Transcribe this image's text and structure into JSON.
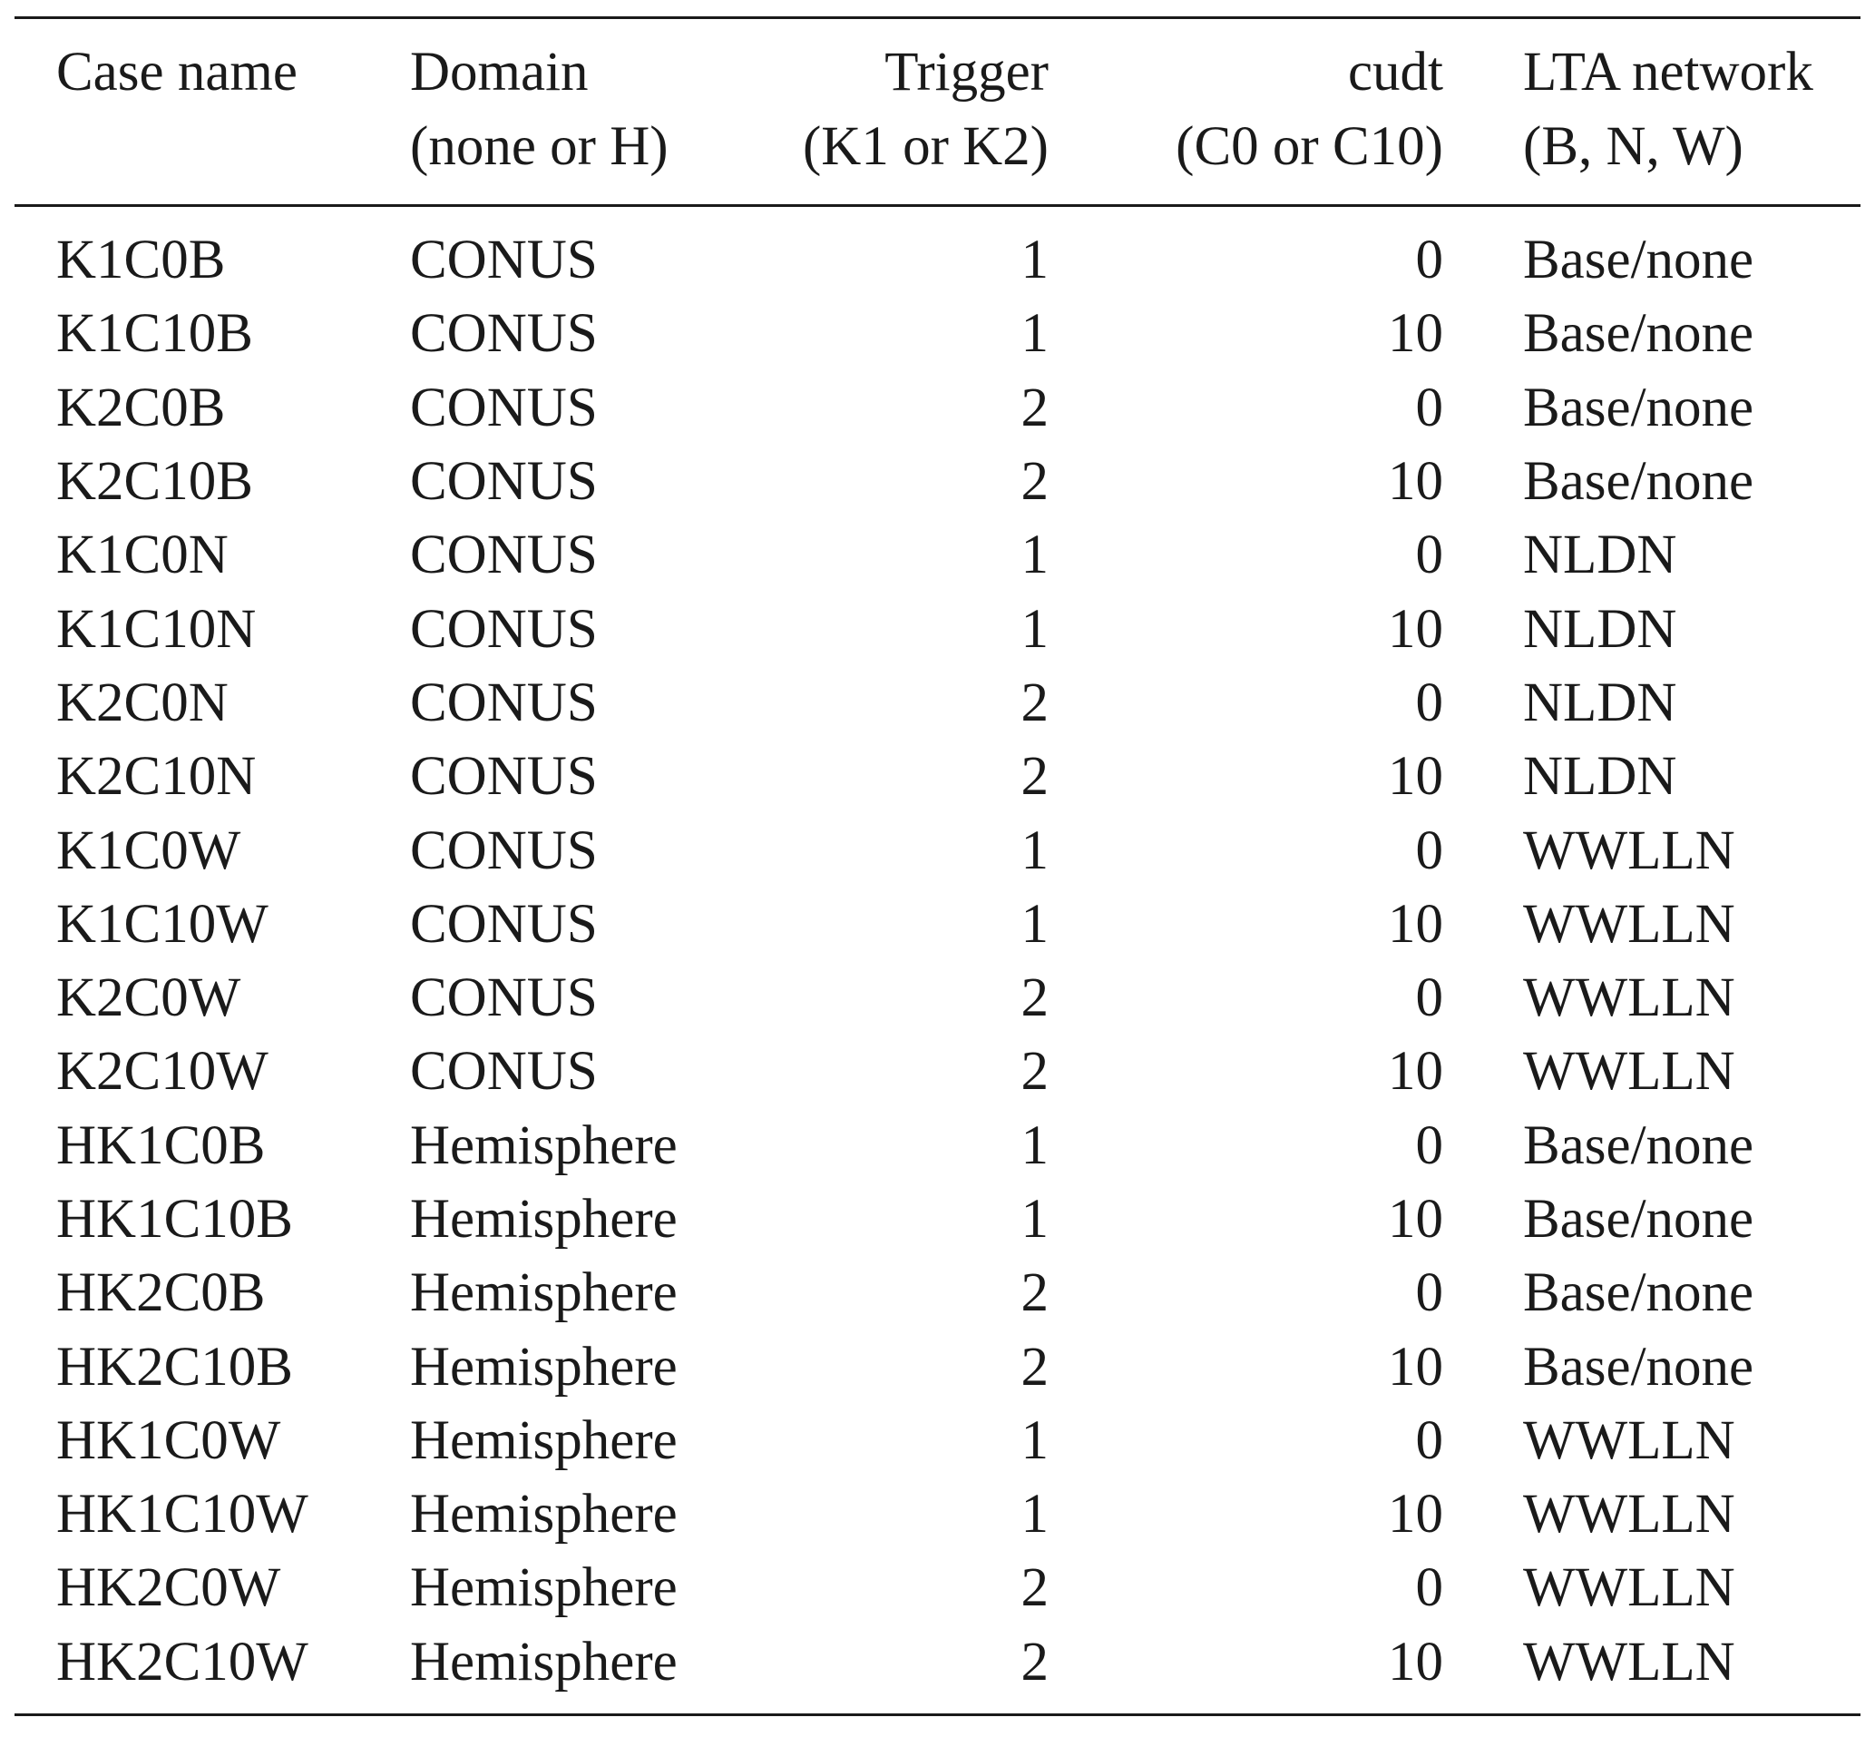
{
  "table": {
    "headers": [
      {
        "line1": "Case name",
        "line2": ""
      },
      {
        "line1": "Domain",
        "line2": "(none or H)"
      },
      {
        "line1": "Trigger",
        "line2": "(K1 or K2)"
      },
      {
        "line1": "cudt",
        "line2": "(C0 or C10)"
      },
      {
        "line1": "LTA network",
        "line2": "(B, N, W)"
      }
    ],
    "rows": [
      [
        "K1C0B",
        "CONUS",
        "1",
        "0",
        "Base/none"
      ],
      [
        "K1C10B",
        "CONUS",
        "1",
        "10",
        "Base/none"
      ],
      [
        "K2C0B",
        "CONUS",
        "2",
        "0",
        "Base/none"
      ],
      [
        "K2C10B",
        "CONUS",
        "2",
        "10",
        "Base/none"
      ],
      [
        "K1C0N",
        "CONUS",
        "1",
        "0",
        "NLDN"
      ],
      [
        "K1C10N",
        "CONUS",
        "1",
        "10",
        "NLDN"
      ],
      [
        "K2C0N",
        "CONUS",
        "2",
        "0",
        "NLDN"
      ],
      [
        "K2C10N",
        "CONUS",
        "2",
        "10",
        "NLDN"
      ],
      [
        "K1C0W",
        "CONUS",
        "1",
        "0",
        "WWLLN"
      ],
      [
        "K1C10W",
        "CONUS",
        "1",
        "10",
        "WWLLN"
      ],
      [
        "K2C0W",
        "CONUS",
        "2",
        "0",
        "WWLLN"
      ],
      [
        "K2C10W",
        "CONUS",
        "2",
        "10",
        "WWLLN"
      ],
      [
        "HK1C0B",
        "Hemisphere",
        "1",
        "0",
        "Base/none"
      ],
      [
        "HK1C10B",
        "Hemisphere",
        "1",
        "10",
        "Base/none"
      ],
      [
        "HK2C0B",
        "Hemisphere",
        "2",
        "0",
        "Base/none"
      ],
      [
        "HK2C10B",
        "Hemisphere",
        "2",
        "10",
        "Base/none"
      ],
      [
        "HK1C0W",
        "Hemisphere",
        "1",
        "0",
        "WWLLN"
      ],
      [
        "HK1C10W",
        "Hemisphere",
        "1",
        "10",
        "WWLLN"
      ],
      [
        "HK2C0W",
        "Hemisphere",
        "2",
        "0",
        "WWLLN"
      ],
      [
        "HK2C10W",
        "Hemisphere",
        "2",
        "10",
        "WWLLN"
      ]
    ]
  }
}
